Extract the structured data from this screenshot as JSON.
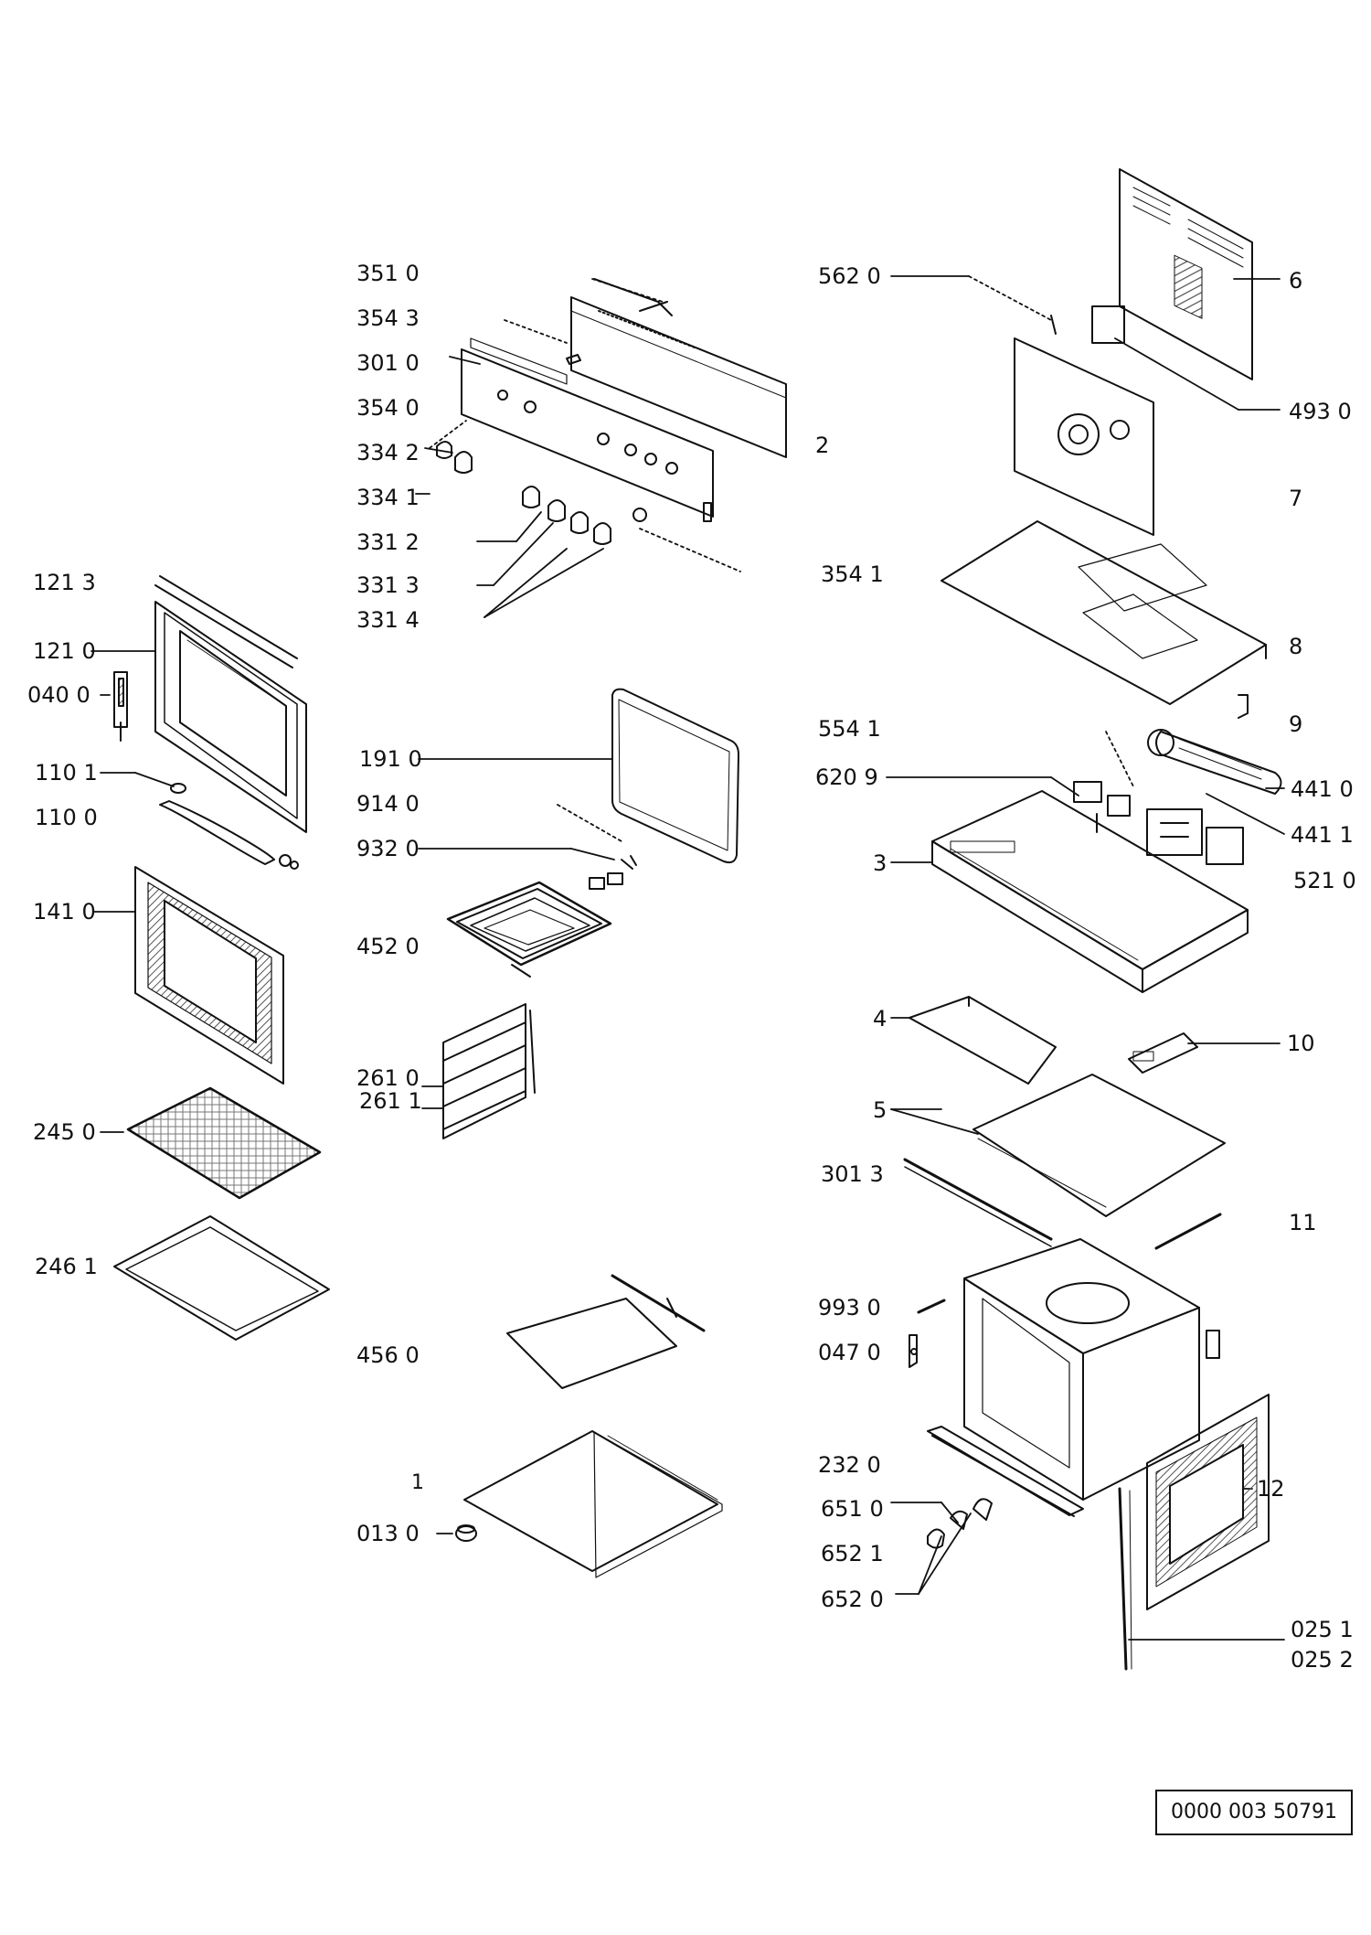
{
  "diagram": {
    "document_number": "0000 003 50791",
    "colors": {
      "line": "#111111",
      "background": "#ffffff",
      "hatch": "#555555"
    },
    "labels": {
      "l3510": "351 0",
      "l3543": "354 3",
      "l3010": "301 0",
      "l3540": "354 0",
      "l3342": "334 2",
      "l3341": "334 1",
      "l3312": "331 2",
      "l3313": "331 3",
      "l3314": "331 4",
      "l2": "2",
      "l5620": "562 0",
      "l6": "6",
      "l4930": "493 0",
      "l7": "7",
      "l3541": "354 1",
      "l8": "8",
      "l9": "9",
      "l5541": "554 1",
      "l6209": "620 9",
      "l4410": "441 0",
      "l4411": "441 1",
      "l3": "3",
      "l5210": "521 0",
      "l4": "4",
      "l10": "10",
      "l5": "5",
      "l3013": "301 3",
      "l11": "11",
      "l9930": "993 0",
      "l0470": "047 0",
      "l2320": "232 0",
      "l6510": "651 0",
      "l6521": "652 1",
      "l6520": "652 0",
      "l12": "12",
      "l0251": "025 1",
      "l0252": "025 2",
      "l1213": "121 3",
      "l1210": "121 0",
      "l0400": "040 0",
      "l1101": "110 1",
      "l1100": "110 0",
      "l1410": "141 0",
      "l2450": "245 0",
      "l2461": "246 1",
      "l1910": "191 0",
      "l9140": "914 0",
      "l9320": "932 0",
      "l4520": "452 0",
      "l2610": "261 0",
      "l2611": "261 1",
      "l4560": "456 0",
      "l1": "1",
      "l0130": "013 0"
    }
  }
}
